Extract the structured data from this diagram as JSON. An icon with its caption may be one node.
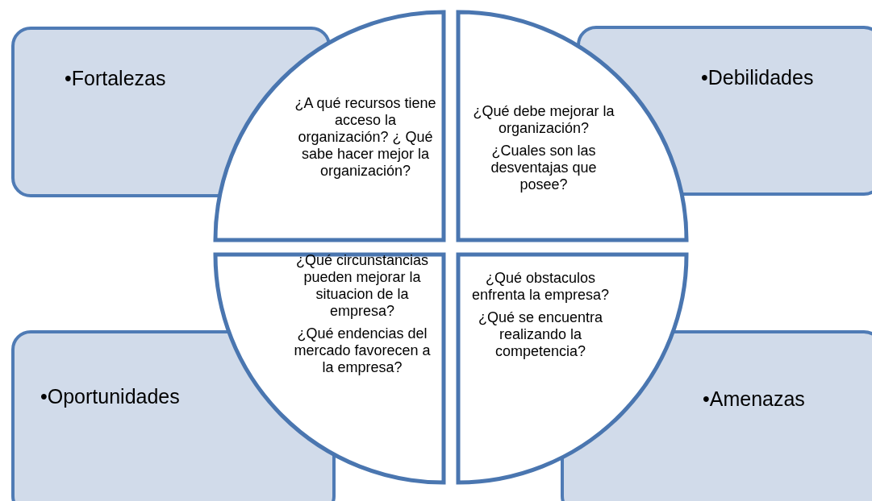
{
  "diagram": {
    "nodes": [
      {
        "text": [
          "•Fortalezas"
        ]
      },
      {
        "text": [
          "¿A qué recursos tiene acceso la organización? ¿ Qué sabe hacer mejor la organización?"
        ]
      },
      {
        "text": [
          "¿Qué debe mejorar la organización?",
          "¿Cuales son las desventajas que posee?"
        ]
      },
      {
        "text": [
          "•Debilidades"
        ]
      },
      {
        "text": [
          "•Oportunidades"
        ]
      },
      {
        "text": [
          "¿Qué circunstancias pueden mejorar la situacion de la empresa?",
          "¿Qué endencias del mercado favorecen a la empresa?"
        ]
      },
      {
        "text": [
          "¿Qué obstaculos enfrenta la empresa?",
          "¿Qué se encuentra realizando la competencia?"
        ]
      },
      {
        "text": [
          "•Amenazas"
        ]
      }
    ]
  }
}
